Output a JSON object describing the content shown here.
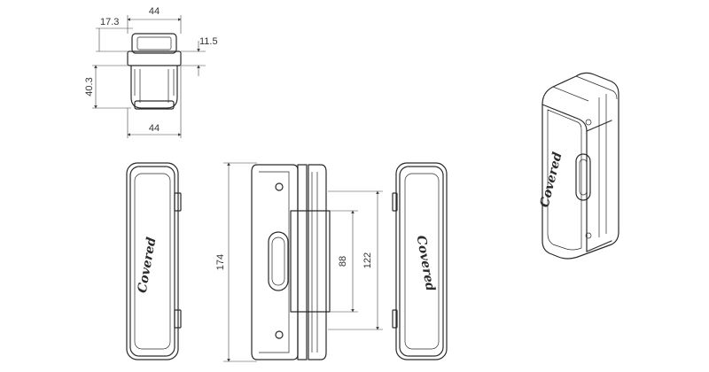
{
  "diagram": {
    "top_view": {
      "width_top": "44",
      "offset_left": "17.3",
      "offset_right": "11.5",
      "height": "40.3",
      "width_bottom": "44"
    },
    "side_view": {
      "overall_height": "174",
      "inner_height": "88",
      "clamp_height": "122"
    },
    "brand_mark": "Covered"
  }
}
